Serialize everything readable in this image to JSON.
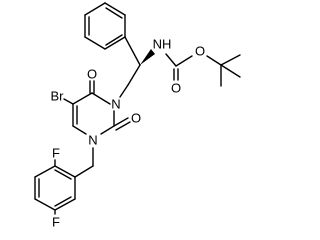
{
  "molecule": {
    "atoms": {
      "br": "Br",
      "o_ring_top": "O",
      "n3": "N",
      "o_ring_right": "O",
      "n1": "N",
      "f_top": "F",
      "f_bottom": "F",
      "nh": "NH",
      "o_carbonyl": "O",
      "o_ester": "O"
    },
    "colors": {
      "bond": "#000000",
      "label": "#000000",
      "background": "#ffffff"
    }
  }
}
